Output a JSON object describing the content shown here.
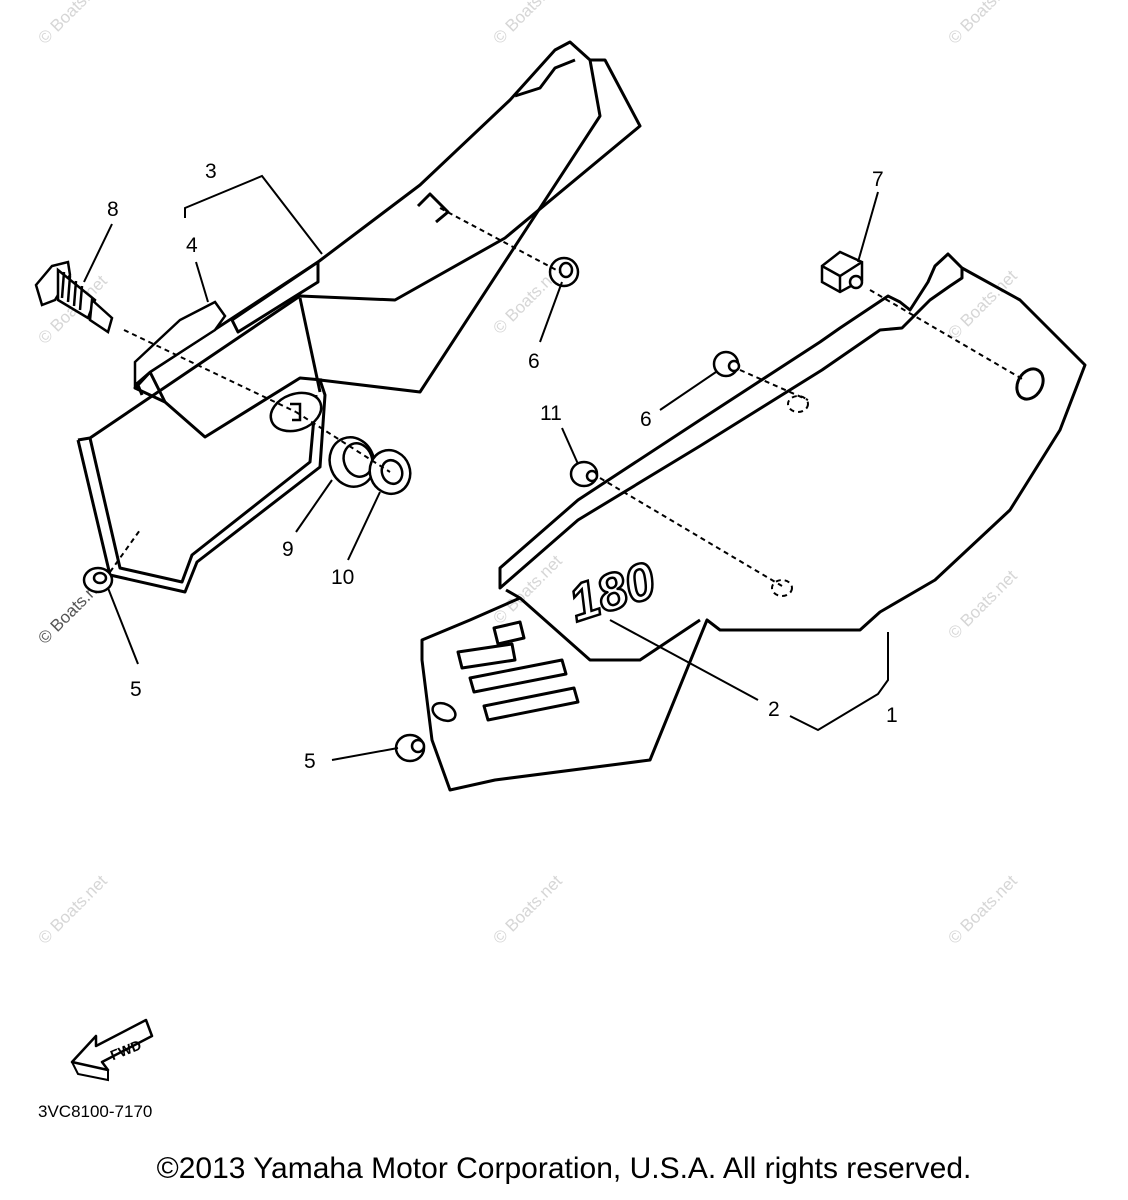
{
  "watermark": "© Boats.net",
  "callouts": {
    "c1": "1",
    "c2": "2",
    "c3": "3",
    "c4": "4",
    "c5a": "5",
    "c5b": "5",
    "c6a": "6",
    "c6b": "6",
    "c7": "7",
    "c8": "8",
    "c9": "9",
    "c10": "10",
    "c11": "11"
  },
  "cover_badge": "180",
  "fwd_arrow_label": "FWD",
  "diagram_code": "3VC8100-7170",
  "copyright": "©2013 Yamaha Motor Corporation, U.S.A. All rights reserved."
}
